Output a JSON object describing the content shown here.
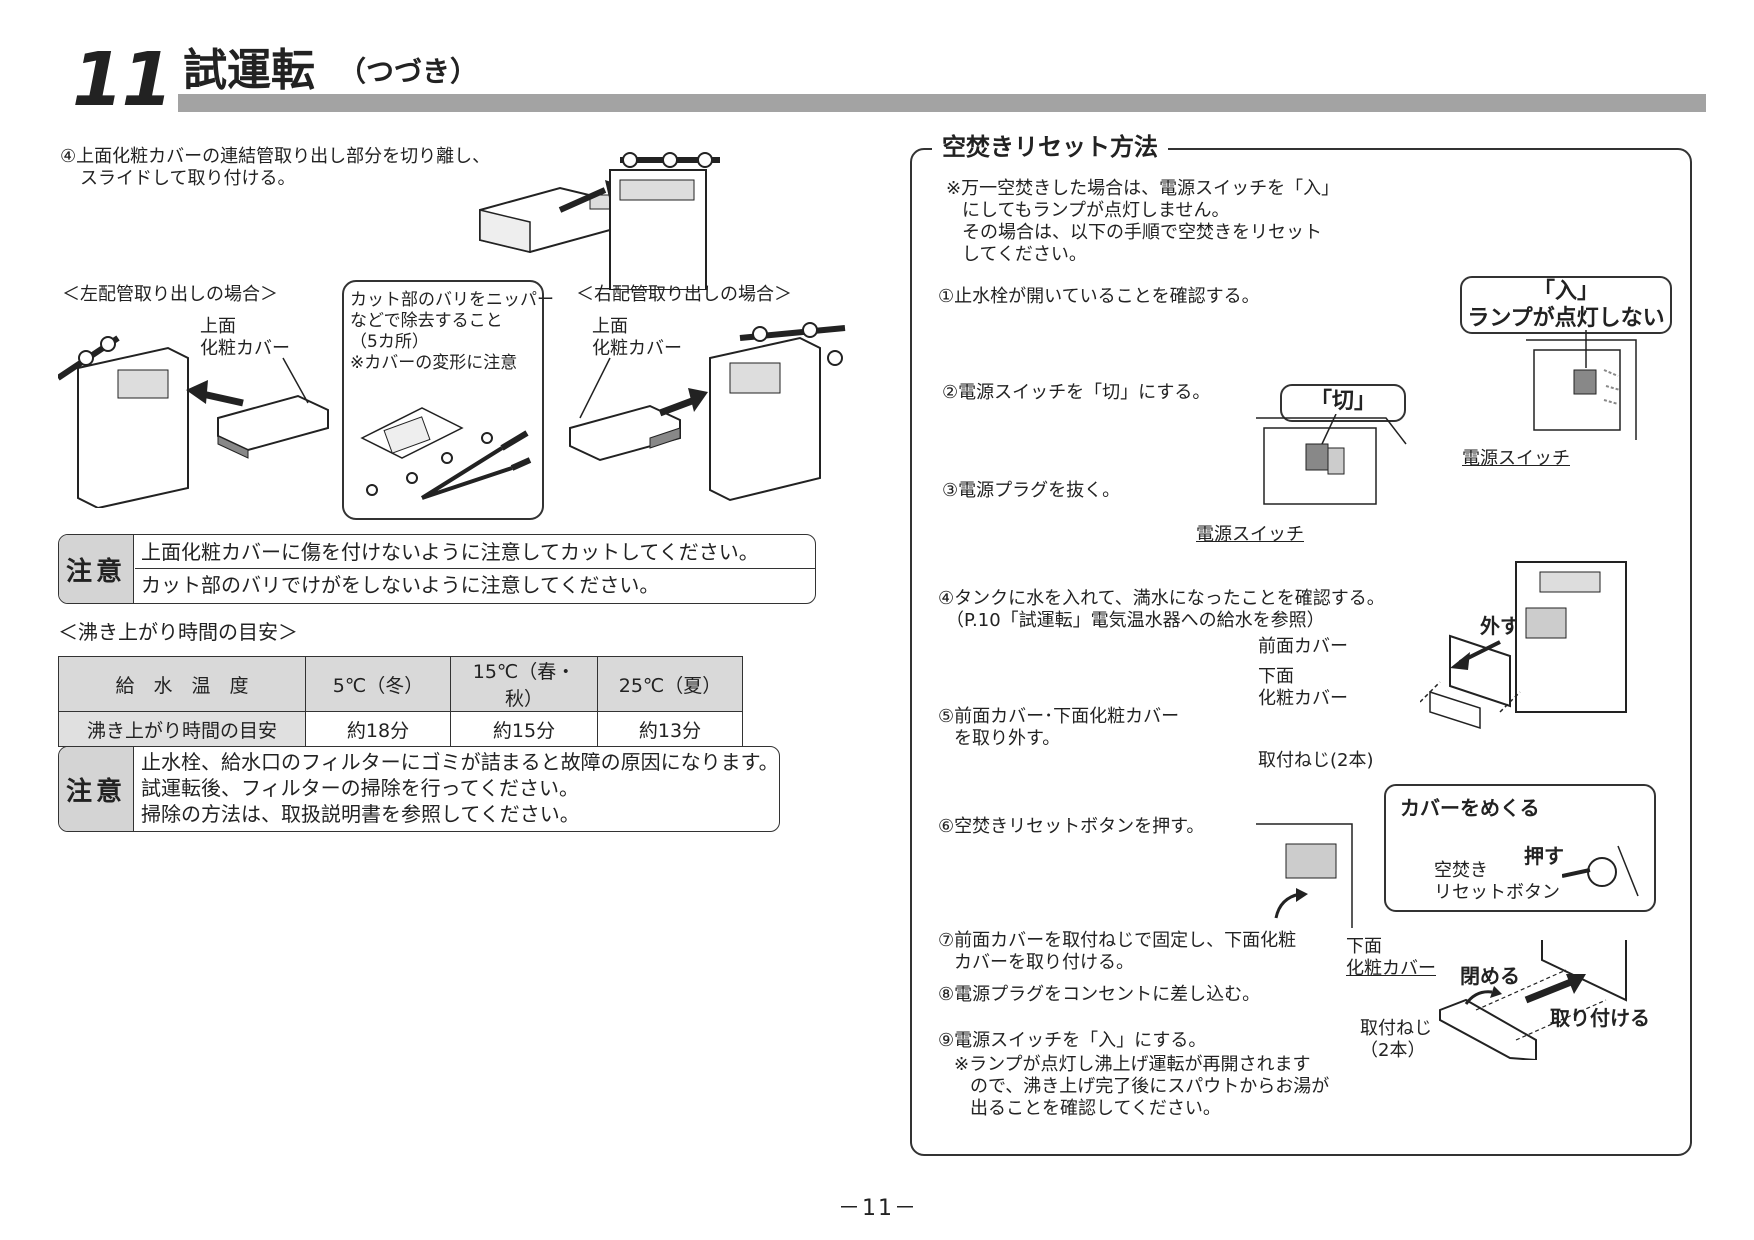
{
  "header": {
    "section_number": "11",
    "title": "試運転",
    "title_sub": "（つづき）"
  },
  "left": {
    "step4_line1": "④上面化粧カバーの連結管取り出し部分を切り離し、",
    "step4_line2": "スライドして取り付ける。",
    "left_pipe_heading": "＜左配管取り出しの場合＞",
    "right_pipe_heading": "＜右配管取り出しの場合＞",
    "label_top_1": "上面",
    "label_cover_1": "化粧カバー",
    "label_top_2": "上面",
    "label_cover_2": "化粧カバー",
    "cut_note": [
      "カット部のバリをニッパー",
      "などで除去すること",
      "（5カ所）",
      "※カバーの変形に注意"
    ],
    "caution1": {
      "label": "注意",
      "lines": [
        "上面化粧カバーに傷を付けないように注意してカットしてください。",
        "カット部のバリでけがをしないように注意してください。"
      ]
    },
    "boil_heading": "＜沸き上がり時間の目安＞",
    "boil_table": {
      "header": [
        "給　水　温　度",
        "5℃（冬）",
        "15℃（春・秋）",
        "25℃（夏）"
      ],
      "row": [
        "沸き上がり時間の目安",
        "約18分",
        "約15分",
        "約13分"
      ]
    },
    "caution2": {
      "label": "注意",
      "lines": [
        "止水栓、給水口のフィルターにゴミが詰まると故障の原因になります。",
        "試運転後、フィルターの掃除を行ってください。",
        "掃除の方法は、取扱説明書を参照してください。"
      ]
    }
  },
  "right": {
    "title": "空焚きリセット方法",
    "intro": [
      "※万一空焚きした場合は、電源スイッチを「入」",
      "にしてもランプが点灯しません。",
      "その場合は、以下の手順で空焚きをリセット",
      "してください。"
    ],
    "step1": "①止水栓が開いていることを確認する。",
    "callout_on": [
      "「入」",
      "ランプが点灯しない"
    ],
    "power_switch_1": "電源スイッチ",
    "step2": "②電源スイッチを「切」にする。",
    "callout_off": "「切」",
    "step3": "③電源プラグを抜く。",
    "power_switch_2": "電源スイッチ",
    "step4": [
      "④タンクに水を入れて、満水になったことを確認する。",
      "（P.10「試運転」電気温水器への給水を参照）"
    ],
    "remove": "外す",
    "front_cover": "前面カバー",
    "lower": "下面",
    "lower_cover": "化粧カバー",
    "step5": [
      "⑤前面カバー･下面化粧カバー",
      "を取り外す。"
    ],
    "screws_1": "取付ねじ(2本)",
    "step6": "⑥空焚きリセットボタンを押す。",
    "callout_flip": "カバーをめくる",
    "push": "押す",
    "reset_button": [
      "空焚き",
      "リセットボタン"
    ],
    "step7": [
      "⑦前面カバーを取付ねじで固定し、下面化粧",
      "カバーを取り付ける。"
    ],
    "step8": "⑧電源プラグをコンセントに差し込む。",
    "step9": "⑨電源スイッチを「入」にする。",
    "step9_note": [
      "※ランプが点灯し沸上げ運転が再開されます",
      "ので、沸き上げ完了後にスパウトからお湯が",
      "出ることを確認してください。"
    ],
    "lower_2": "下面",
    "lower_cover_2": "化粧カバー",
    "close": "閉める",
    "attach": "取り付ける",
    "screws_2a": "取付ねじ",
    "screws_2b": "（2本）"
  },
  "footer": {
    "page": "－11－"
  }
}
